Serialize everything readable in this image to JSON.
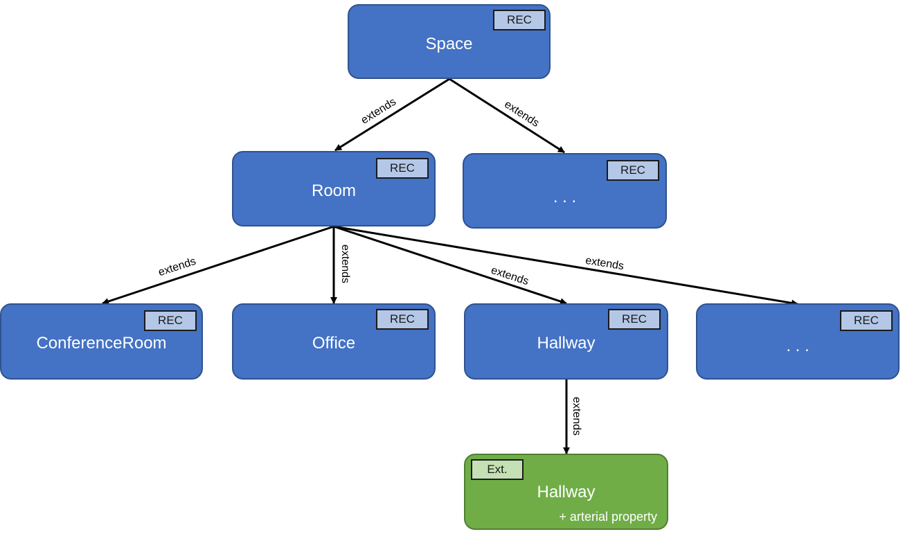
{
  "nodes": {
    "space": {
      "label": "Space",
      "badge": "REC"
    },
    "room": {
      "label": "Room",
      "badge": "REC"
    },
    "other_space": {
      "label": ". . .",
      "badge": "REC"
    },
    "conference_room": {
      "label": "ConferenceRoom",
      "badge": "REC"
    },
    "office": {
      "label": "Office",
      "badge": "REC"
    },
    "hallway": {
      "label": "Hallway",
      "badge": "REC"
    },
    "other_room": {
      "label": ". . .",
      "badge": "REC"
    },
    "hallway_ext": {
      "label": "Hallway",
      "badge": "Ext.",
      "subtitle": "+ arterial property"
    }
  },
  "edges": {
    "space_room": "extends",
    "space_other": "extends",
    "room_conference": "extends",
    "room_office": "extends",
    "room_hallway": "extends",
    "room_other": "extends",
    "hallway_ext": "extends"
  },
  "colors": {
    "rec_node_fill": "#4472c4",
    "rec_node_border": "#2f528f",
    "ext_node_fill": "#70ad47",
    "ext_node_border": "#507e32",
    "rec_badge_fill": "#b4c7e7",
    "ext_badge_fill": "#c5e0b4",
    "arrow": "#000000"
  }
}
